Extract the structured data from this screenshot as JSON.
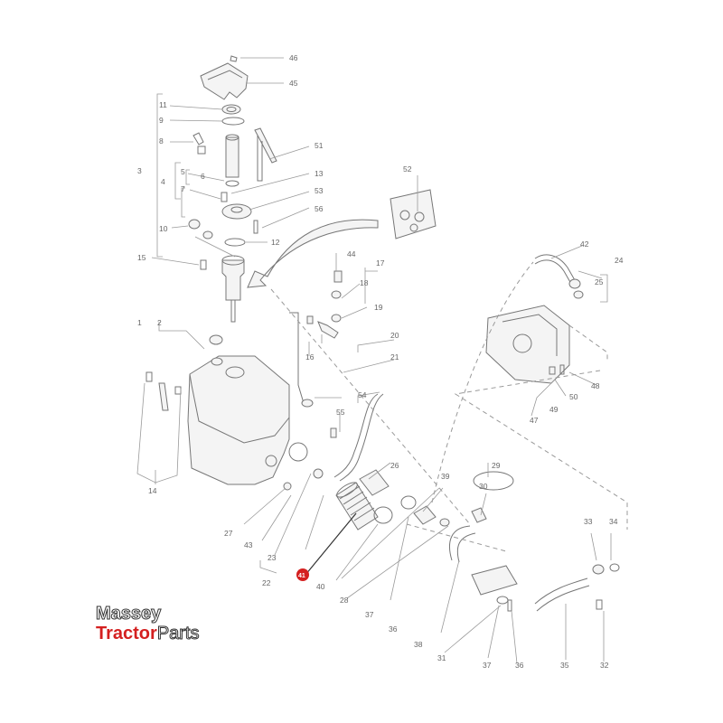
{
  "logo": {
    "line1": "Massey",
    "line2_red": "Tractor",
    "line2_outline": "Parts"
  },
  "colors": {
    "highlight": "#d42020",
    "line": "#777777",
    "label": "#666666"
  },
  "highlighted_part": "41",
  "labels": [
    {
      "id": "46",
      "text": "46"
    },
    {
      "id": "45",
      "text": "45"
    },
    {
      "id": "11",
      "text": "11"
    },
    {
      "id": "9",
      "text": "9"
    },
    {
      "id": "8",
      "text": "8"
    },
    {
      "id": "51",
      "text": "51"
    },
    {
      "id": "3",
      "text": "3"
    },
    {
      "id": "5",
      "text": "5"
    },
    {
      "id": "13",
      "text": "13"
    },
    {
      "id": "4",
      "text": "4"
    },
    {
      "id": "6",
      "text": "6"
    },
    {
      "id": "7",
      "text": "7"
    },
    {
      "id": "53",
      "text": "53"
    },
    {
      "id": "52",
      "text": "52"
    },
    {
      "id": "56",
      "text": "56"
    },
    {
      "id": "10",
      "text": "10"
    },
    {
      "id": "12",
      "text": "12"
    },
    {
      "id": "15",
      "text": "15"
    },
    {
      "id": "44",
      "text": "44"
    },
    {
      "id": "17",
      "text": "17"
    },
    {
      "id": "18",
      "text": "18"
    },
    {
      "id": "42",
      "text": "42"
    },
    {
      "id": "24",
      "text": "24"
    },
    {
      "id": "25",
      "text": "25"
    },
    {
      "id": "19",
      "text": "19"
    },
    {
      "id": "1",
      "text": "1"
    },
    {
      "id": "2",
      "text": "2"
    },
    {
      "id": "16",
      "text": "16"
    },
    {
      "id": "20",
      "text": "20"
    },
    {
      "id": "21",
      "text": "21"
    },
    {
      "id": "48",
      "text": "48"
    },
    {
      "id": "50",
      "text": "50"
    },
    {
      "id": "54",
      "text": "54"
    },
    {
      "id": "49",
      "text": "49"
    },
    {
      "id": "47",
      "text": "47"
    },
    {
      "id": "55",
      "text": "55"
    },
    {
      "id": "14",
      "text": "14"
    },
    {
      "id": "26",
      "text": "26"
    },
    {
      "id": "29",
      "text": "29"
    },
    {
      "id": "39",
      "text": "39"
    },
    {
      "id": "30",
      "text": "30"
    },
    {
      "id": "27",
      "text": "27"
    },
    {
      "id": "33",
      "text": "33"
    },
    {
      "id": "34",
      "text": "34"
    },
    {
      "id": "43",
      "text": "43"
    },
    {
      "id": "23",
      "text": "23"
    },
    {
      "id": "22",
      "text": "22"
    },
    {
      "id": "41",
      "text": "41"
    },
    {
      "id": "40",
      "text": "40"
    },
    {
      "id": "28",
      "text": "28"
    },
    {
      "id": "37a",
      "text": "37"
    },
    {
      "id": "36a",
      "text": "36"
    },
    {
      "id": "38",
      "text": "38"
    },
    {
      "id": "31",
      "text": "31"
    },
    {
      "id": "37b",
      "text": "37"
    },
    {
      "id": "36b",
      "text": "36"
    },
    {
      "id": "35",
      "text": "35"
    },
    {
      "id": "32",
      "text": "32"
    }
  ]
}
